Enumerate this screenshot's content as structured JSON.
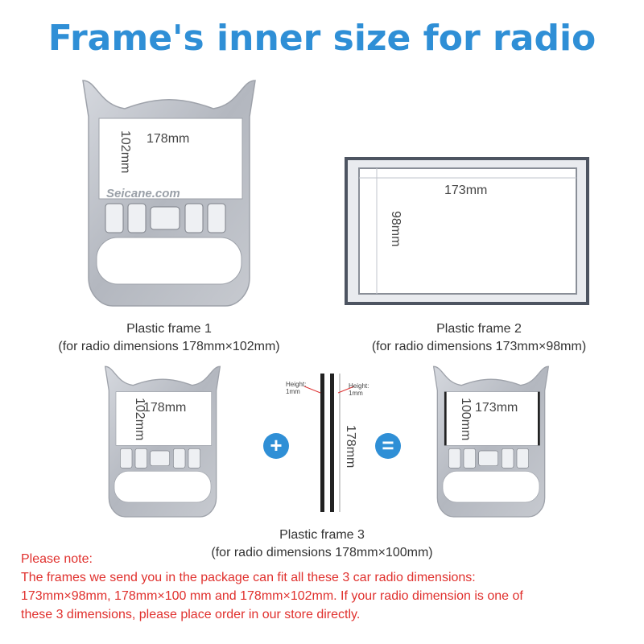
{
  "title": "Frame's inner size for radio",
  "frame1": {
    "caption_line1": "Plastic frame 1",
    "caption_line2": "(for radio dimensions 178mm×102mm)",
    "width_label": "178mm",
    "height_label": "102mm",
    "watermark": "Seicane.com"
  },
  "frame2": {
    "caption_line1": "Plastic frame 2",
    "caption_line2": "(for radio dimensions 173mm×98mm)",
    "width_label": "173mm",
    "height_label": "98mm"
  },
  "frame3": {
    "caption_line1": "Plastic frame 3",
    "caption_line2": "(for radio dimensions 178mm×100mm)",
    "left_width_label": "178mm",
    "left_height_label": "102mm",
    "strip_height_left": "Height:\n1mm",
    "strip_height_left_l1": "Height:",
    "strip_height_left_l2": "1mm",
    "strip_height_right_l1": "Height:",
    "strip_height_right_l2": "1mm",
    "strip_length_label": "178mm",
    "result_width_label": "173mm",
    "result_height_label": "100mm",
    "plus_symbol": "+",
    "equals_symbol": "="
  },
  "note": {
    "heading": "Please note:",
    "line1": "The frames we send you in the package can fit all these 3 car radio dimensions:",
    "line2": "173mm×98mm,  178mm×100 mm and  178mm×102mm. If your radio dimension is one of",
    "line3": "these 3 dimensions, please place order in our store directly."
  },
  "colors": {
    "title": "#2f8fd6",
    "note": "#e0302d",
    "frame": "#b9bcc3",
    "frame2": "#4d5461"
  }
}
